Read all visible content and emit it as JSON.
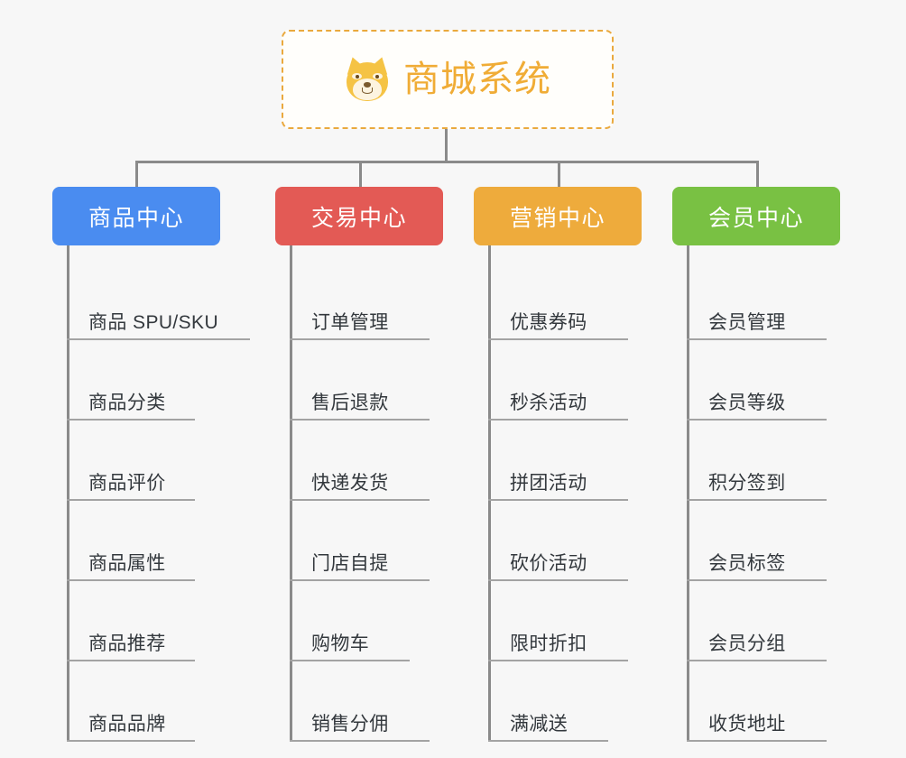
{
  "diagram": {
    "type": "org-chart",
    "background_color": "#f7f7f7",
    "connector_color": "#8a8a8a",
    "root": {
      "icon": "shiba-dog-emoji",
      "title": "商城系统",
      "text_color": "#f0ac36",
      "border_color": "#eaa93e",
      "border_style": "dashed"
    },
    "columns": [
      {
        "header": "商品中心",
        "color": "#4a8cf0",
        "items": [
          "商品 SPU/SKU",
          "商品分类",
          "商品评价",
          "商品属性",
          "商品推荐",
          "商品品牌"
        ]
      },
      {
        "header": "交易中心",
        "color": "#e35a55",
        "items": [
          "订单管理",
          "售后退款",
          "快递发货",
          "门店自提",
          "购物车",
          "销售分佣"
        ]
      },
      {
        "header": "营销中心",
        "color": "#eeab3c",
        "items": [
          "优惠券码",
          "秒杀活动",
          "拼团活动",
          "砍价活动",
          "限时折扣",
          "满减送"
        ]
      },
      {
        "header": "会员中心",
        "color": "#79c143",
        "items": [
          "会员管理",
          "会员等级",
          "积分签到",
          "会员标签",
          "会员分组",
          "收货地址"
        ]
      }
    ]
  }
}
